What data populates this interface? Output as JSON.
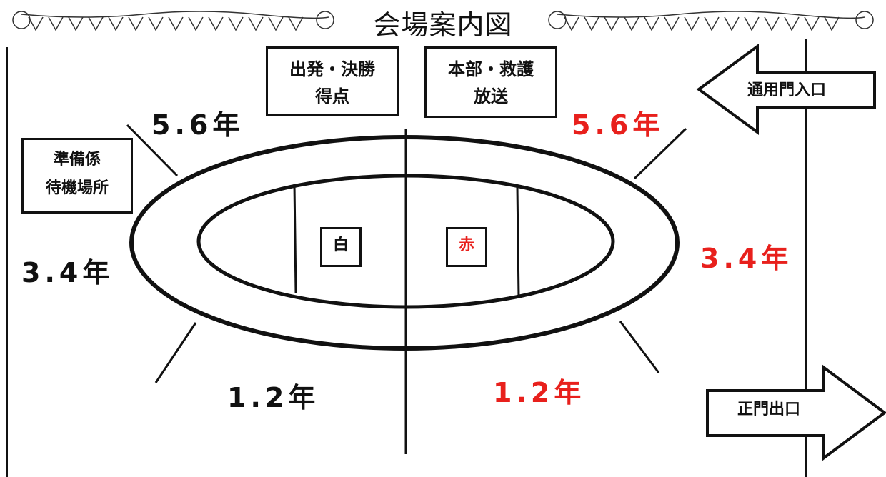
{
  "header": {
    "title": "会場案内図"
  },
  "boxes": {
    "start": [
      "出発・決勝",
      "得点"
    ],
    "hq": [
      "本部・救護",
      "放送"
    ],
    "prep": [
      "準備係",
      "待機場所"
    ]
  },
  "teams": {
    "white": "白",
    "red": "赤"
  },
  "grades": {
    "left_top": "5.6年",
    "left_middle": "3.4年",
    "left_bottom": "1.2年",
    "right_top": "5.6年",
    "right_middle": "3.4年",
    "right_bottom": "1.2年"
  },
  "gates": {
    "entry": "通用門入口",
    "exit": "正門出口"
  },
  "colors": {
    "red_team": "#e8201c",
    "line": "#111111",
    "background": "#ffffff"
  }
}
